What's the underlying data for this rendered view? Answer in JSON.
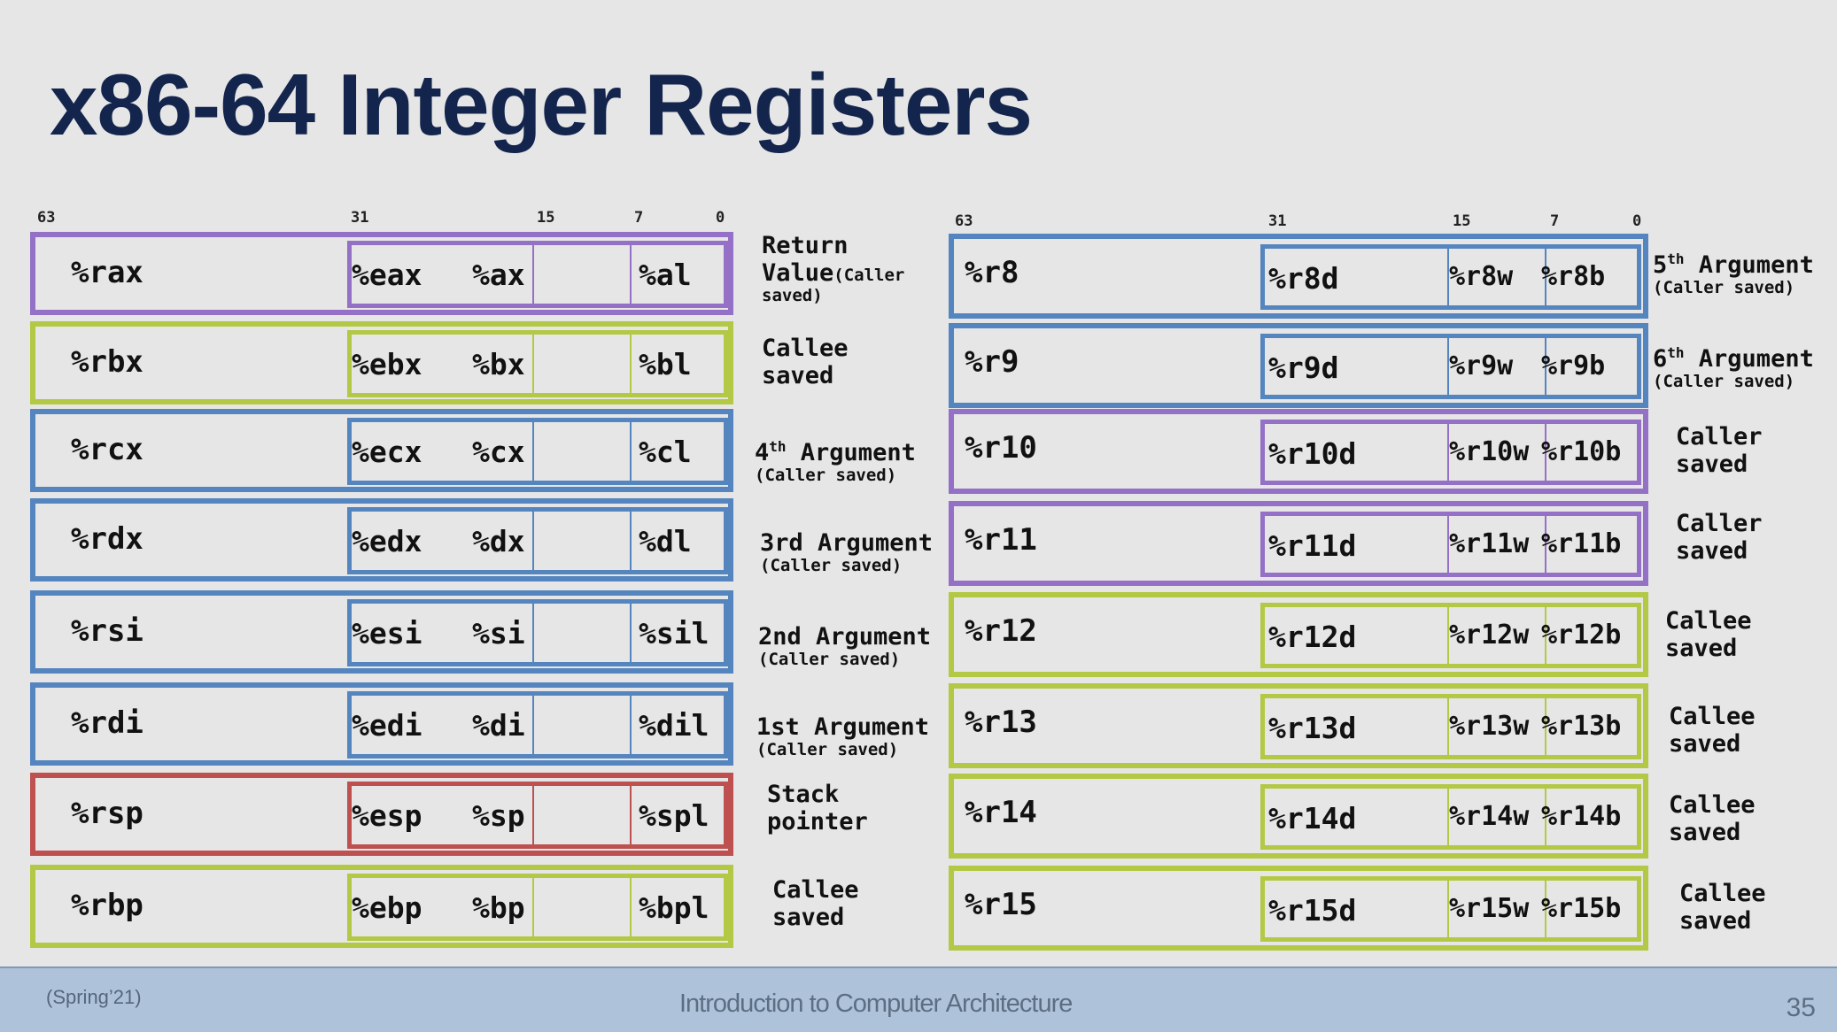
{
  "title": "x86-64 Integer Registers",
  "bit_positions": [
    "63",
    "31",
    "15",
    "7",
    "0"
  ],
  "colors": {
    "purple": "#9470c6",
    "green": "#b3c844",
    "blue": "#5585bf",
    "red": "#be5050"
  },
  "left_registers": [
    {
      "r64": "%rax",
      "r32": "%eax",
      "r16": "%ax",
      "r8": "%al",
      "color": "purple"
    },
    {
      "r64": "%rbx",
      "r32": "%ebx",
      "r16": "%bx",
      "r8": "%bl",
      "color": "green"
    },
    {
      "r64": "%rcx",
      "r32": "%ecx",
      "r16": "%cx",
      "r8": "%cl",
      "color": "blue"
    },
    {
      "r64": "%rdx",
      "r32": "%edx",
      "r16": "%dx",
      "r8": "%dl",
      "color": "blue"
    },
    {
      "r64": "%rsi",
      "r32": "%esi",
      "r16": "%si",
      "r8": "%sil",
      "color": "blue"
    },
    {
      "r64": "%rdi",
      "r32": "%edi",
      "r16": "%di",
      "r8": "%dil",
      "color": "blue"
    },
    {
      "r64": "%rsp",
      "r32": "%esp",
      "r16": "%sp",
      "r8": "%spl",
      "color": "red"
    },
    {
      "r64": "%rbp",
      "r32": "%ebp",
      "r16": "%bp",
      "r8": "%bpl",
      "color": "green"
    }
  ],
  "left_annotations": [
    {
      "main": "Return",
      "main2": "Value",
      "inline_small": "(Caller",
      "small": "saved)"
    },
    {
      "main": "Callee",
      "main2": "saved"
    },
    {
      "main_prefix": "4",
      "sup": "th",
      "main": " Argument",
      "small": "(Caller saved)"
    },
    {
      "main": "3rd Argument",
      "small": "(Caller saved)"
    },
    {
      "main": "2nd Argument",
      "small": "(Caller saved)"
    },
    {
      "main": "1st Argument",
      "small": "(Caller saved)"
    },
    {
      "main": "Stack",
      "main2": "pointer"
    },
    {
      "main": "Callee",
      "main2": "saved"
    }
  ],
  "right_registers": [
    {
      "r64": "%r8",
      "r32": "%r8d",
      "r16": "%r8w",
      "r8": "%r8b",
      "color": "blue"
    },
    {
      "r64": "%r9",
      "r32": "%r9d",
      "r16": "%r9w",
      "r8": "%r9b",
      "color": "blue"
    },
    {
      "r64": "%r10",
      "r32": "%r10d",
      "r16": "%r10w",
      "r8": "%r10b",
      "color": "purple"
    },
    {
      "r64": "%r11",
      "r32": "%r11d",
      "r16": "%r11w",
      "r8": "%r11b",
      "color": "purple"
    },
    {
      "r64": "%r12",
      "r32": "%r12d",
      "r16": "%r12w",
      "r8": "%r12b",
      "color": "green"
    },
    {
      "r64": "%r13",
      "r32": "%r13d",
      "r16": "%r13w",
      "r8": "%r13b",
      "color": "green"
    },
    {
      "r64": "%r14",
      "r32": "%r14d",
      "r16": "%r14w",
      "r8": "%r14b",
      "color": "green"
    },
    {
      "r64": "%r15",
      "r32": "%r15d",
      "r16": "%r15w",
      "r8": "%r15b",
      "color": "green"
    }
  ],
  "right_annotations": [
    {
      "main_prefix": "5",
      "sup": "th",
      "main": " Argument",
      "small": "(Caller saved)"
    },
    {
      "main_prefix": "6",
      "sup": "th",
      "main": " Argument",
      "small": "(Caller saved)"
    },
    {
      "main": "Caller",
      "main2": "saved"
    },
    {
      "main": "Caller",
      "main2": "saved"
    },
    {
      "main": "Callee",
      "main2": "saved"
    },
    {
      "main": "Callee",
      "main2": "saved"
    },
    {
      "main": "Callee",
      "main2": "saved"
    },
    {
      "main": "Callee",
      "main2": "saved"
    }
  ],
  "footer": {
    "left": "(Spring’21)",
    "center": "Introduction to Computer Architecture",
    "page": "35"
  }
}
